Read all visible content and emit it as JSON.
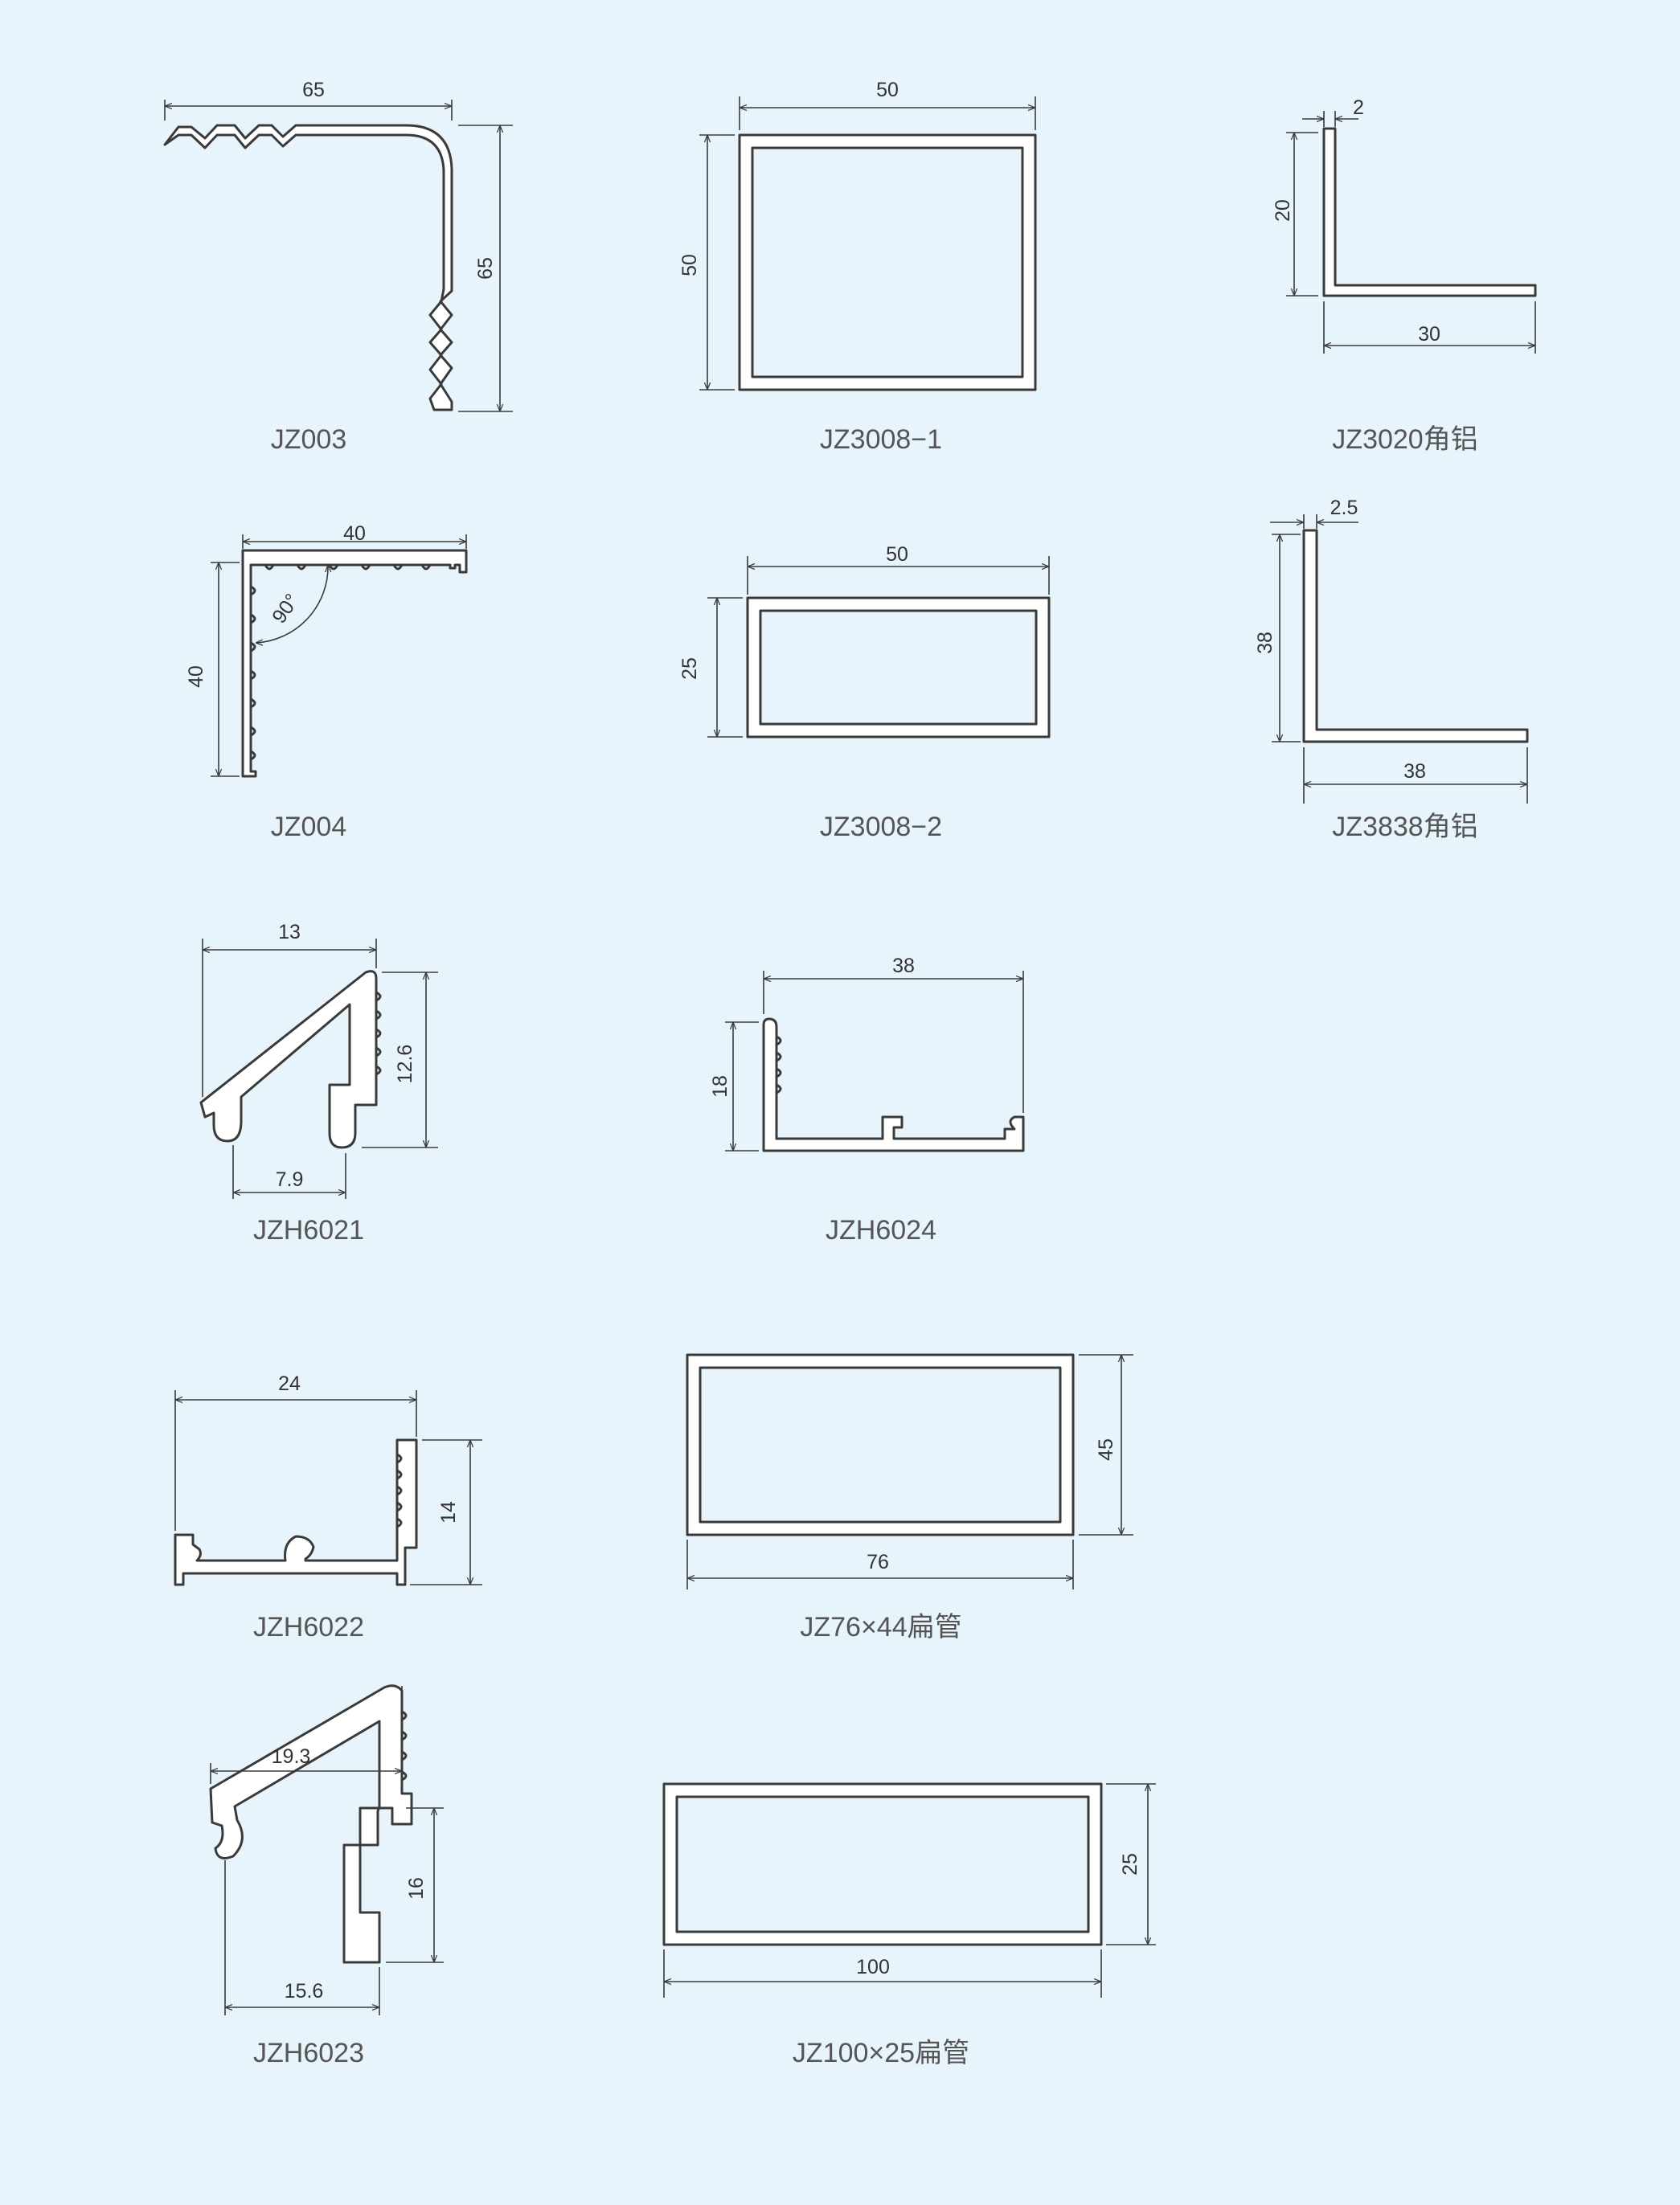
{
  "colors": {
    "background": "#e8f4fc",
    "line": "#3a3a3a",
    "profile_fill": "#ffffff",
    "caption": "#555555"
  },
  "profiles": {
    "jz003": {
      "caption": "JZ003",
      "dim_top": "65",
      "dim_right": "65"
    },
    "jz3008_1": {
      "caption": "JZ3008−1",
      "dim_top": "50",
      "dim_left": "50"
    },
    "jz3020": {
      "caption": "JZ3020角铝",
      "dim_thickness": "2",
      "dim_left": "20",
      "dim_bottom": "30"
    },
    "jz004": {
      "caption": "JZ004",
      "dim_top": "40",
      "dim_left": "40",
      "angle": "90°"
    },
    "jz3008_2": {
      "caption": "JZ3008−2",
      "dim_top": "50",
      "dim_left": "25"
    },
    "jz3838": {
      "caption": "JZ3838角铝",
      "dim_thickness": "2.5",
      "dim_left": "38",
      "dim_bottom": "38"
    },
    "jzh6021": {
      "caption": "JZH6021",
      "dim_top": "13",
      "dim_right": "12.6",
      "dim_bottom": "7.9"
    },
    "jzh6024": {
      "caption": "JZH6024",
      "dim_top": "38",
      "dim_left": "18"
    },
    "jzh6022": {
      "caption": "JZH6022",
      "dim_top": "24",
      "dim_right": "14"
    },
    "jz76x44": {
      "caption": "JZ76×44扁管",
      "dim_right": "45",
      "dim_bottom": "76"
    },
    "jzh6023": {
      "caption": "JZH6023",
      "dim_top": "19.3",
      "dim_right": "16",
      "dim_bottom": "15.6"
    },
    "jz100x25": {
      "caption": "JZ100×25扁管",
      "dim_right": "25",
      "dim_bottom": "100"
    }
  }
}
